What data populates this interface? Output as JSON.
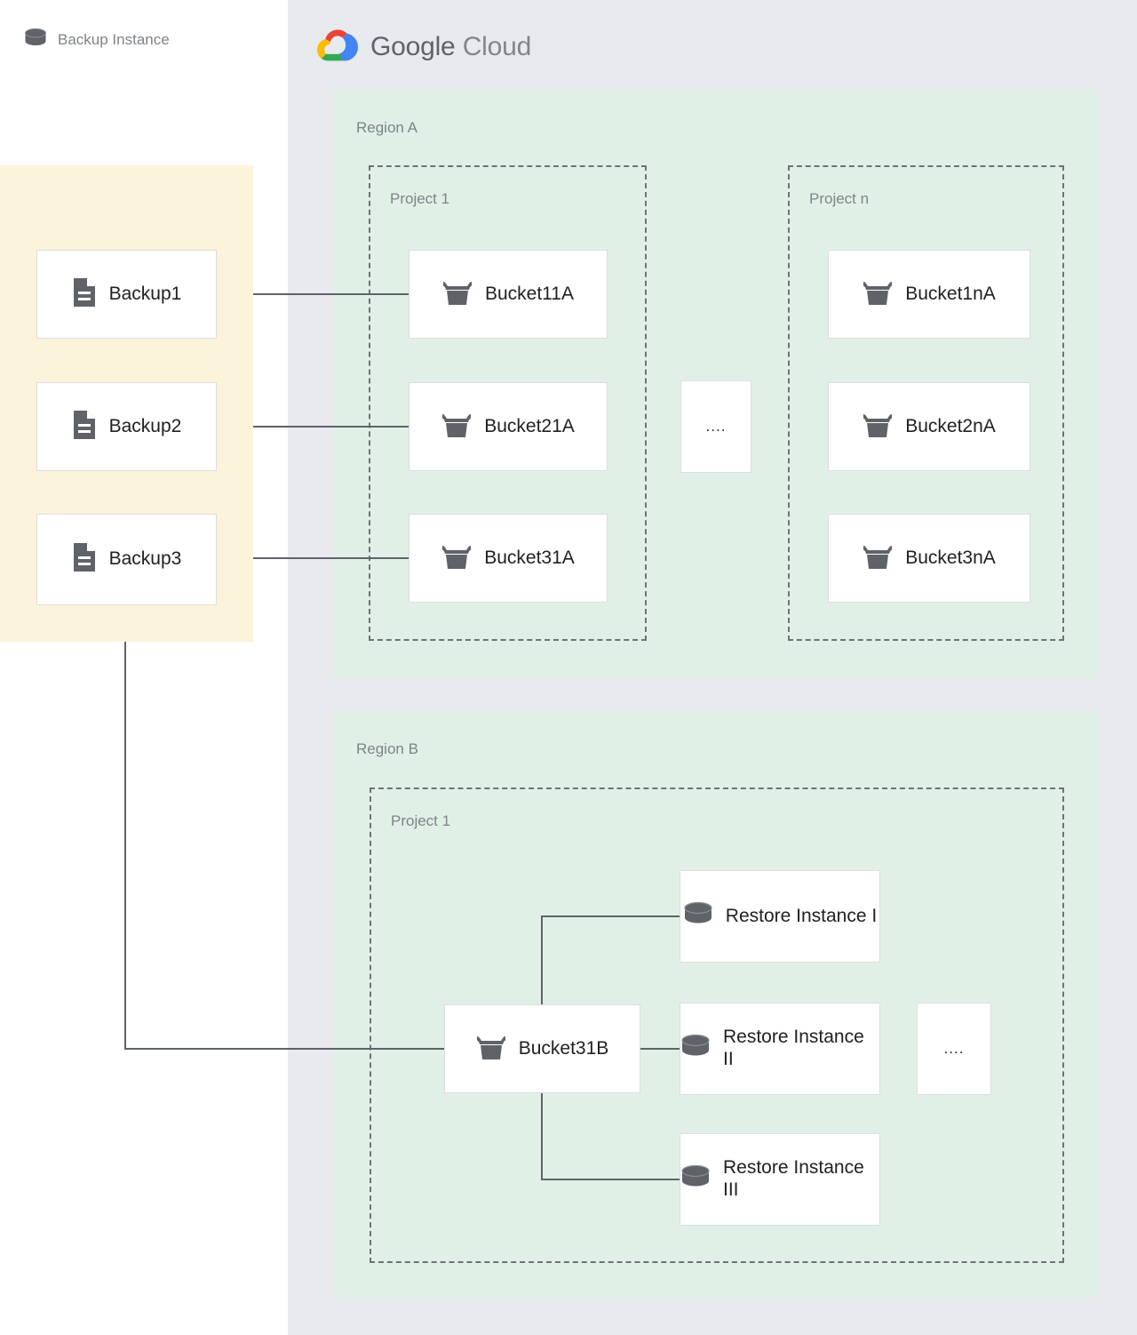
{
  "brand": {
    "name_bold": "Google",
    "name_light": "Cloud",
    "logo_colors": {
      "red": "#EA4335",
      "yellow": "#FBBC05",
      "green": "#34A853",
      "blue": "#4285F4"
    },
    "panel_color": "#E8EAED"
  },
  "backup_instance": {
    "title": "Backup Instance",
    "icon": "database-icon",
    "panel_color": "#FCF3DB",
    "items": [
      {
        "label": "Backup1",
        "icon": "document-icon"
      },
      {
        "label": "Backup2",
        "icon": "document-icon"
      },
      {
        "label": "Backup3",
        "icon": "document-icon"
      }
    ]
  },
  "regions": [
    {
      "label": "Region A",
      "color": "#E1F0E7",
      "projects": [
        {
          "label": "Project 1",
          "buckets": [
            {
              "label": "Bucket11A",
              "icon": "bucket-icon"
            },
            {
              "label": "Bucket21A",
              "icon": "bucket-icon"
            },
            {
              "label": "Bucket31A",
              "icon": "bucket-icon"
            }
          ]
        },
        {
          "label": "Project n",
          "buckets": [
            {
              "label": "Bucket1nA",
              "icon": "bucket-icon"
            },
            {
              "label": "Bucket2nA",
              "icon": "bucket-icon"
            },
            {
              "label": "Bucket3nA",
              "icon": "bucket-icon"
            }
          ]
        }
      ],
      "ellipsis": "...."
    },
    {
      "label": "Region B",
      "color": "#E1F0E7",
      "projects": [
        {
          "label": "Project 1",
          "bucket": {
            "label": "Bucket31B",
            "icon": "bucket-icon"
          },
          "restore_instances": [
            {
              "label": "Restore\nInstance I",
              "icon": "database-icon"
            },
            {
              "label": "Restore\nInstance II",
              "icon": "database-icon"
            },
            {
              "label": "Restore\nInstance III",
              "icon": "database-icon"
            }
          ],
          "ellipsis": "...."
        }
      ]
    }
  ],
  "connections": [
    {
      "from": "Backup1",
      "to": "Bucket11A"
    },
    {
      "from": "Backup2",
      "to": "Bucket21A"
    },
    {
      "from": "Backup3",
      "to": "Bucket31A"
    },
    {
      "from": "Backup3",
      "to": "Bucket31B"
    },
    {
      "from": "Bucket31B",
      "to": "Restore Instance I"
    },
    {
      "from": "Bucket31B",
      "to": "Restore Instance II"
    },
    {
      "from": "Bucket31B",
      "to": "Restore Instance III"
    }
  ],
  "style": {
    "line_color": "#5F6368",
    "icon_color": "#5F6368",
    "label_color": "#7E8387",
    "text_color": "#202124"
  }
}
